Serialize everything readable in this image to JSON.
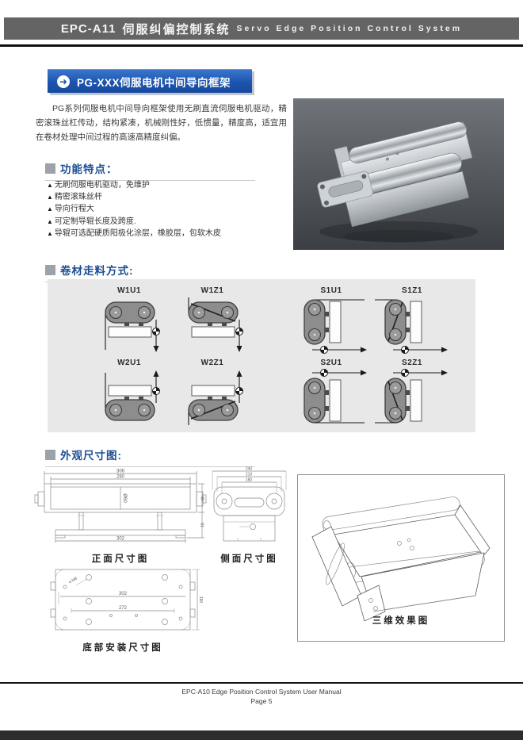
{
  "header": {
    "model": "EPC-A11",
    "title_zh": "伺服纠偏控制系统",
    "title_en": "Servo Edge Position Control System"
  },
  "banner": {
    "title": "PG-XXX伺服电机中间导向框架",
    "icon": "➜"
  },
  "intro": {
    "text": "PG系列伺服电机中间导向框架使用无刷直流伺服电机驱动，精密滚珠丝杠传动，结构紧凑，机械刚性好，低惯量，精度高，适宜用在卷材处理中间过程的高速高精度纠偏。"
  },
  "features": {
    "heading": "功能特点：",
    "bullet": "▲",
    "items": [
      "无刷伺服电机驱动，免维护",
      "精密滚珠丝杆",
      "导向行程大",
      "可定制导辊长度及跨度.",
      "导辊可选配硬质阳极化涂层，橡胶层，包软木皮"
    ]
  },
  "web_path": {
    "heading": "卷材走料方式:",
    "modes": [
      "W1U1",
      "W1Z1",
      "S1U1",
      "S1Z1",
      "W2U1",
      "W2Z1",
      "S2U1",
      "S2Z1"
    ]
  },
  "dimensions": {
    "heading": "外观尺寸图:",
    "front": {
      "caption": "正面尺寸图",
      "dim_top": "306",
      "dim_second": "280",
      "dim_center": "Ø60",
      "dim_bottom": "302",
      "dim_right_upper": "48",
      "dim_right_lower": "81"
    },
    "side": {
      "caption": "侧面尺寸图",
      "dim1": "240",
      "dim2": "210",
      "dim3": "180"
    },
    "bottom": {
      "caption": "底部安装尺寸图",
      "dim_length": "302",
      "dim_inner": "272",
      "hole_label": "4-M8",
      "dim_width": "180"
    },
    "iso": {
      "caption": "三维效果图"
    }
  },
  "footer": {
    "line1": "EPC-A10 Edge Position Control System User Manual",
    "line2": "Page 5"
  }
}
